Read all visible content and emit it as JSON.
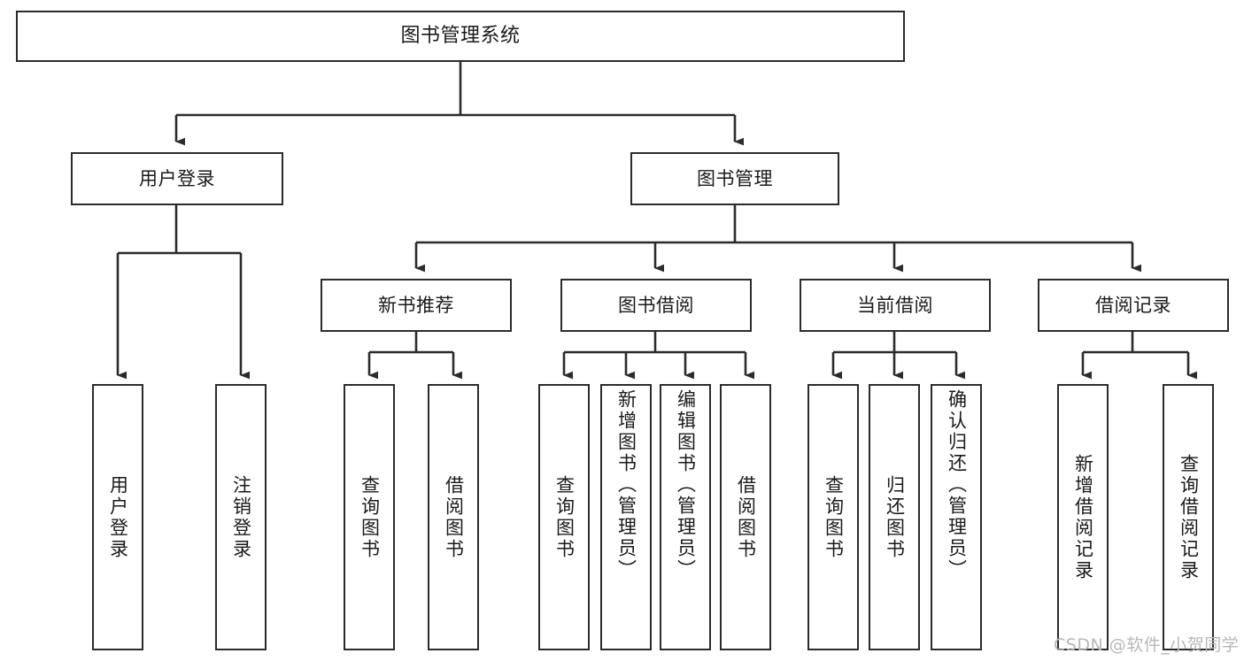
{
  "diagram": {
    "title": "图书管理系统",
    "type": "functional-structure-tree",
    "stroke_color": "#2b2b2b",
    "fill_color": "#ffffff",
    "text_color": "#1a1a1a"
  },
  "root": {
    "label": "图书管理系统"
  },
  "level2": [
    {
      "label": "用户登录"
    },
    {
      "label": "图书管理"
    }
  ],
  "level3": [
    {
      "label": "新书推荐"
    },
    {
      "label": "图书借阅"
    },
    {
      "label": "当前借阅"
    },
    {
      "label": "借阅记录"
    }
  ],
  "leaves": {
    "user_login": [
      {
        "label": "用户登录"
      },
      {
        "label": "注销登录"
      }
    ],
    "new_book_recommend": [
      {
        "label": "查询图书"
      },
      {
        "label": "借阅图书"
      }
    ],
    "book_borrow": [
      {
        "label": "查询图书"
      },
      {
        "label": "新增图书（管理员）"
      },
      {
        "label": "编辑图书（管理员）"
      },
      {
        "label": "借阅图书"
      }
    ],
    "current_borrow": [
      {
        "label": "查询图书"
      },
      {
        "label": "归还图书"
      },
      {
        "label": "确认归还（管理员）"
      }
    ],
    "borrow_record": [
      {
        "label": "新增借阅记录"
      },
      {
        "label": "查询借阅记录"
      }
    ]
  },
  "watermark": {
    "text": "CSDN @软件_小贺同学"
  }
}
